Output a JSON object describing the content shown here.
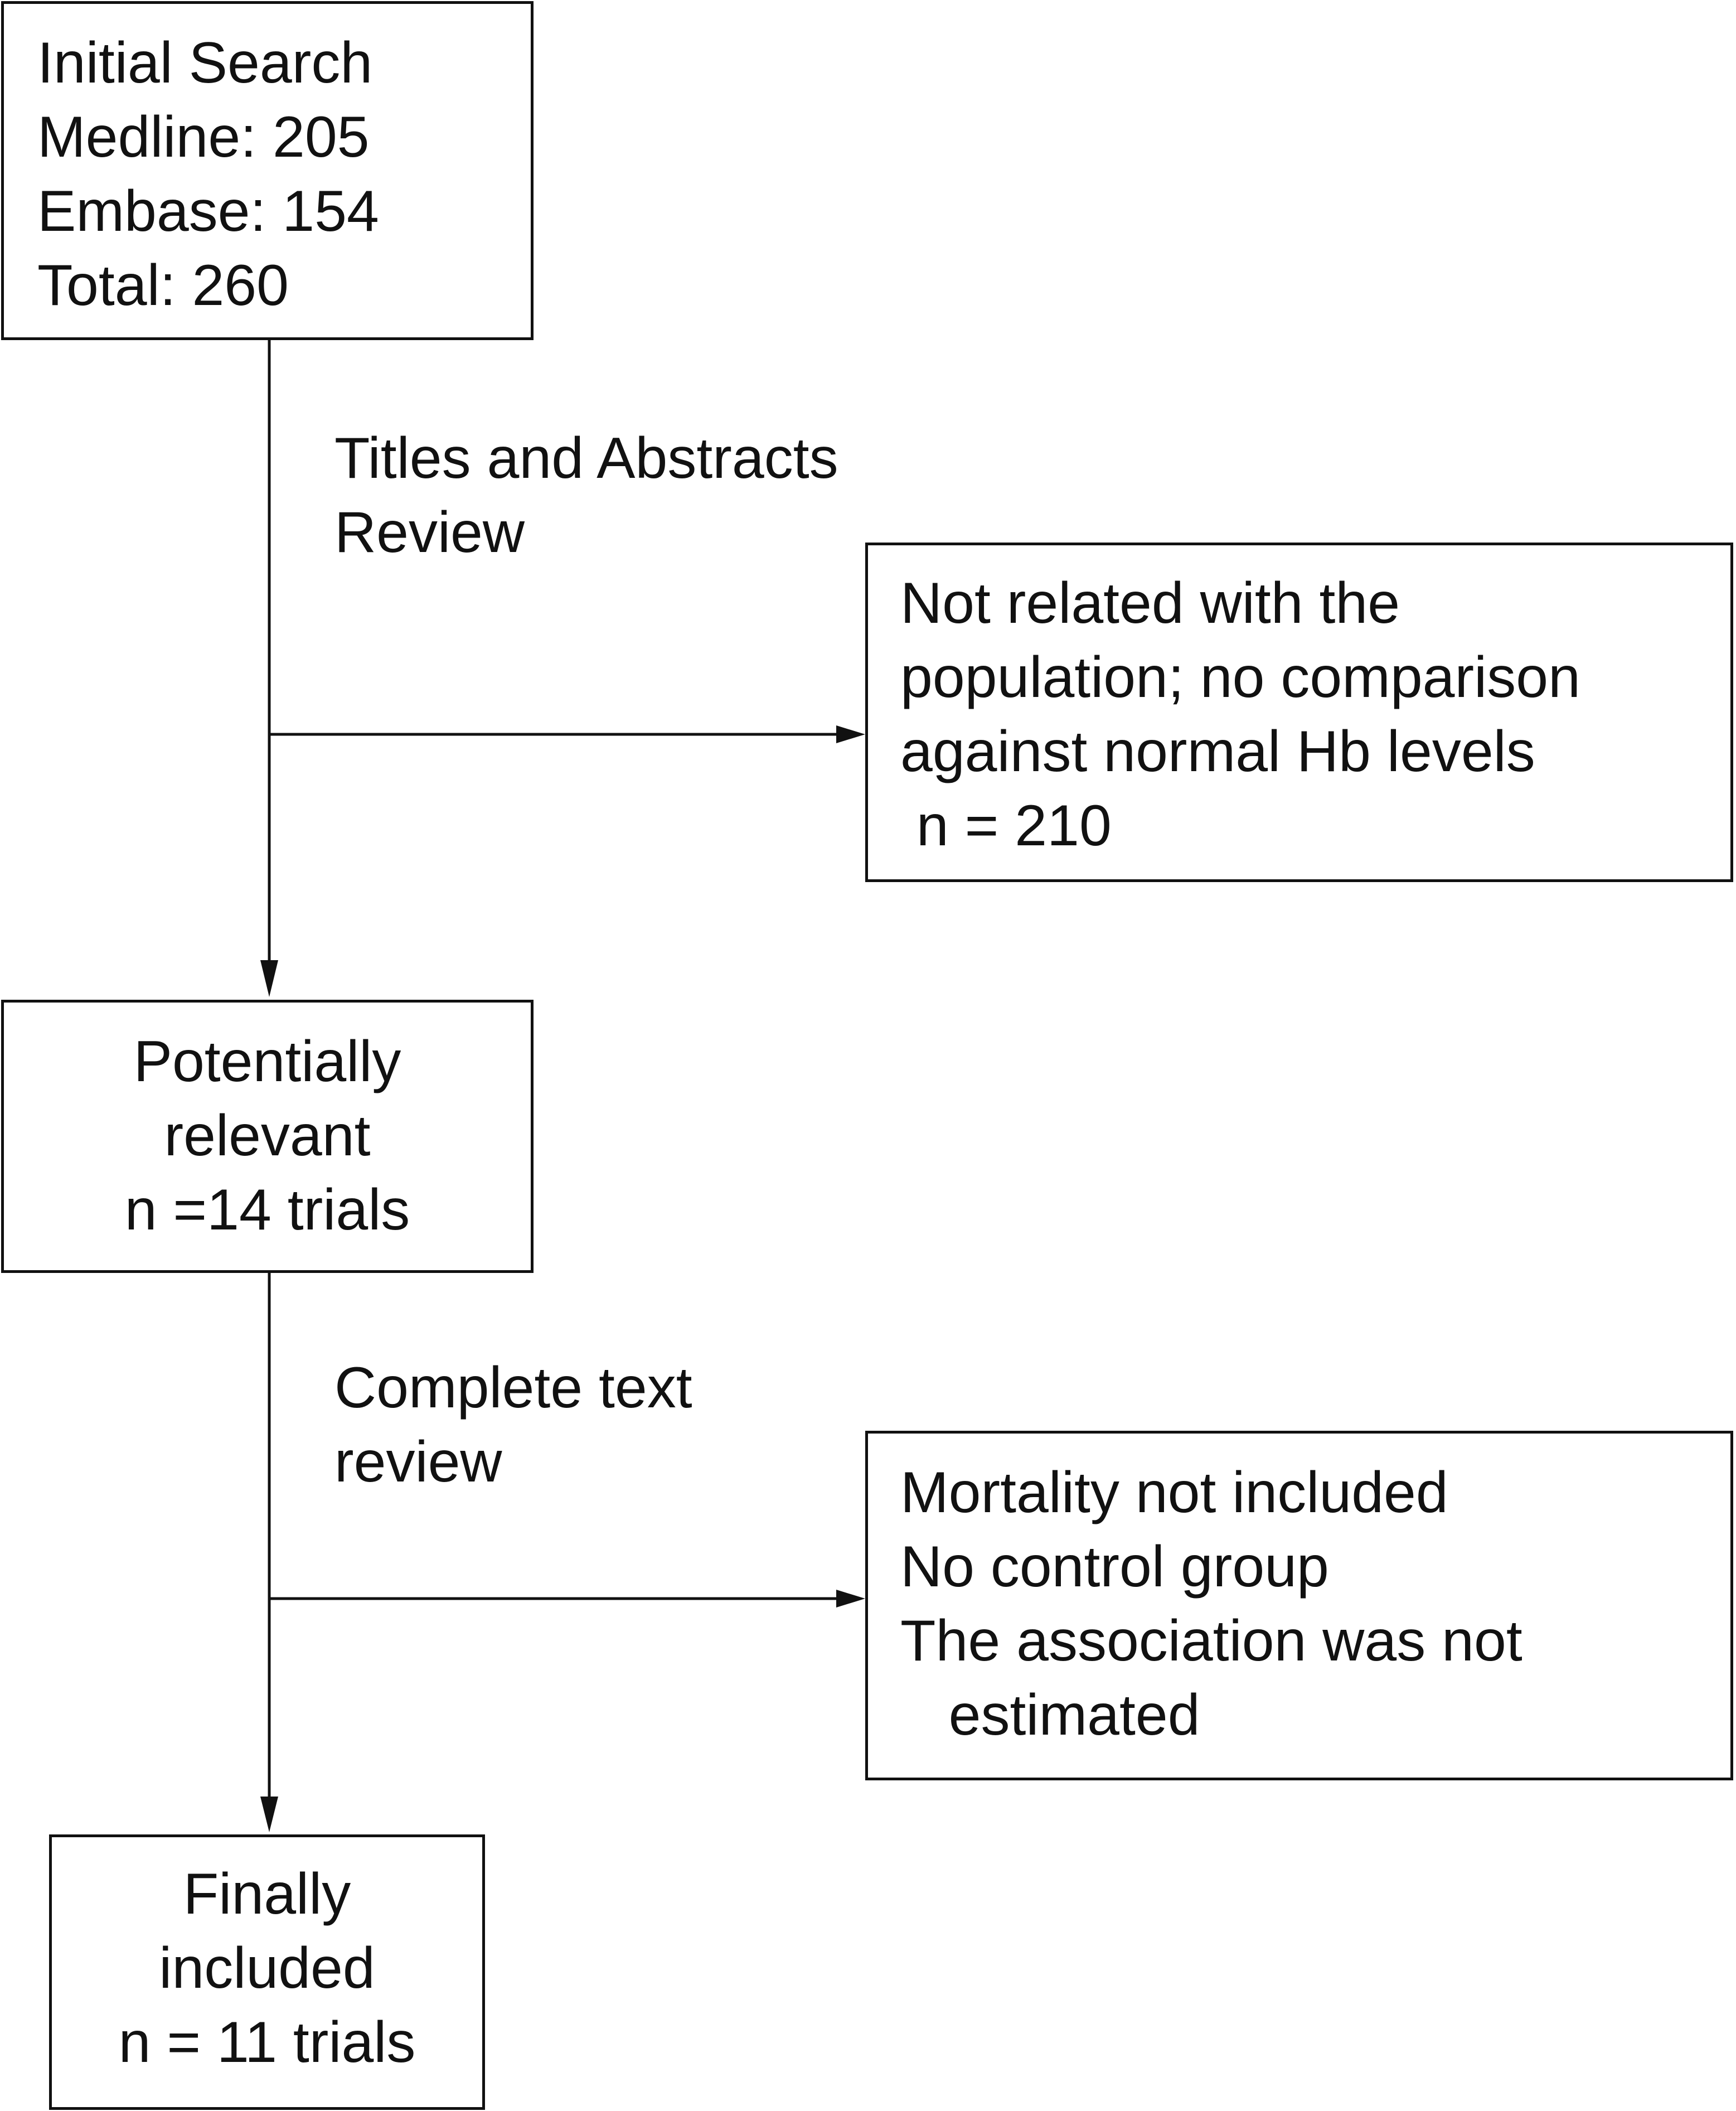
{
  "boxes": {
    "initial_search": {
      "lines": [
        "Initial Search",
        "Medline: 205",
        "Embase: 154",
        "Total: 260"
      ]
    },
    "excluded_first": {
      "lines": [
        "Not related with the",
        "population; no comparison",
        "against normal Hb levels",
        " n = 210"
      ]
    },
    "potentially_relevant": {
      "lines": [
        "Potentially",
        "relevant",
        "n =14 trials"
      ]
    },
    "excluded_second": {
      "lines": [
        "Mortality not included",
        "No control group",
        "The association was not",
        "   estimated"
      ]
    },
    "finally_included": {
      "lines": [
        "Finally",
        "included",
        "n = 11 trials"
      ]
    }
  },
  "steps": {
    "first": [
      "Titles and Abstracts",
      "Review"
    ],
    "second": [
      "Complete text",
      "review"
    ]
  },
  "colors": {
    "stroke": "#111111",
    "background": "#ffffff"
  }
}
